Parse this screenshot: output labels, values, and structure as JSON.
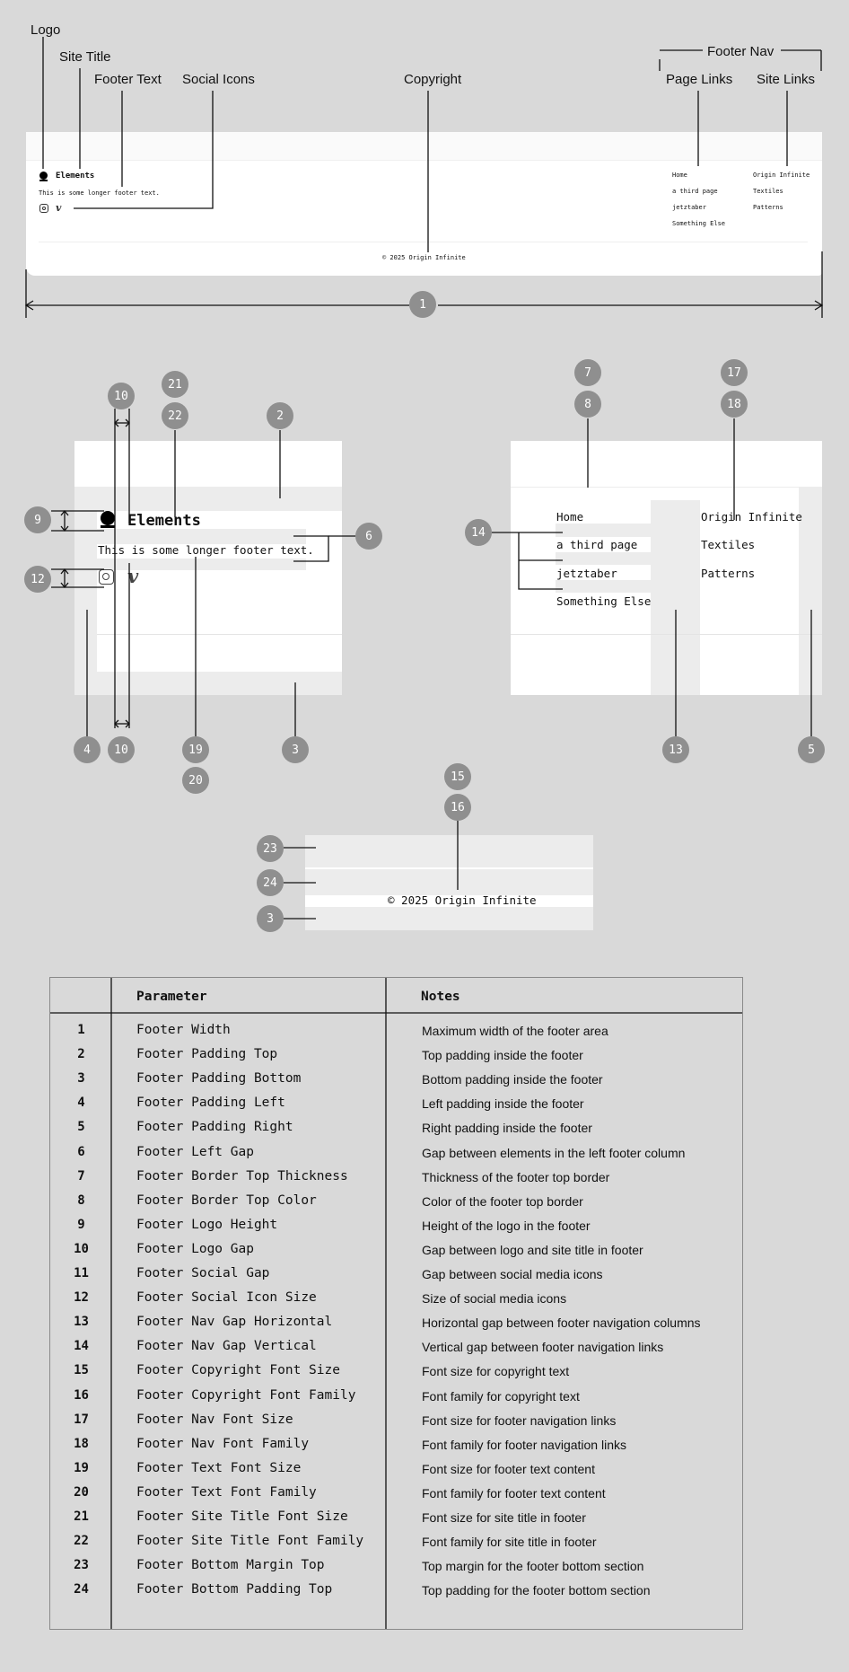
{
  "top_labels": {
    "logo": "Logo",
    "site_title": "Site Title",
    "footer_text": "Footer Text",
    "social_icons": "Social Icons",
    "copyright": "Copyright",
    "footer_nav": "Footer Nav",
    "page_links": "Page Links",
    "site_links": "Site Links"
  },
  "footer": {
    "site_title": "Elements",
    "text": "This is some longer footer text.",
    "copyright": "© 2025 Origin Infinite",
    "page_links": [
      "Home",
      "a third page",
      "jetztaber",
      "Something Else"
    ],
    "site_links": [
      "Origin Infinite",
      "Textiles",
      "Patterns"
    ],
    "social_icons": [
      "instagram-icon",
      "vimeo-icon"
    ]
  },
  "badges": {
    "b1": "1",
    "b2": "2",
    "b3": "3",
    "b3b": "3",
    "b4": "4",
    "b5": "5",
    "b6": "6",
    "b7": "7",
    "b8": "8",
    "b9": "9",
    "b10a": "10",
    "b10b": "10",
    "b12": "12",
    "b13": "13",
    "b14": "14",
    "b15": "15",
    "b16": "16",
    "b17": "17",
    "b18": "18",
    "b19": "19",
    "b20": "20",
    "b21": "21",
    "b22": "22",
    "b23": "23",
    "b24": "24"
  },
  "table": {
    "header_parameter": "Parameter",
    "header_notes": "Notes",
    "rows": [
      {
        "num": "1",
        "parameter": "Footer Width",
        "notes": "Maximum width of the footer area"
      },
      {
        "num": "2",
        "parameter": "Footer Padding Top",
        "notes": "Top padding inside the footer"
      },
      {
        "num": "3",
        "parameter": "Footer Padding Bottom",
        "notes": "Bottom padding inside the footer"
      },
      {
        "num": "4",
        "parameter": "Footer Padding Left",
        "notes": "Left padding inside the footer"
      },
      {
        "num": "5",
        "parameter": "Footer Padding Right",
        "notes": "Right padding inside the footer"
      },
      {
        "num": "6",
        "parameter": "Footer Left Gap",
        "notes": "Gap between elements in the left footer column"
      },
      {
        "num": "7",
        "parameter": "Footer Border Top Thickness",
        "notes": "Thickness of the footer top border"
      },
      {
        "num": "8",
        "parameter": "Footer Border Top Color",
        "notes": "Color of the footer top border"
      },
      {
        "num": "9",
        "parameter": "Footer Logo Height",
        "notes": "Height of the logo in the footer"
      },
      {
        "num": "10",
        "parameter": "Footer Logo Gap",
        "notes": "Gap between logo and site title in footer"
      },
      {
        "num": "11",
        "parameter": "Footer Social Gap",
        "notes": "Gap between social media icons"
      },
      {
        "num": "12",
        "parameter": "Footer Social Icon Size",
        "notes": "Size of social media icons"
      },
      {
        "num": "13",
        "parameter": "Footer Nav Gap Horizontal",
        "notes": "Horizontal gap between footer navigation columns"
      },
      {
        "num": "14",
        "parameter": "Footer Nav Gap Vertical",
        "notes": "Vertical gap between footer navigation links"
      },
      {
        "num": "15",
        "parameter": "Footer Copyright Font Size",
        "notes": "Font size for copyright text"
      },
      {
        "num": "16",
        "parameter": "Footer Copyright Font Family",
        "notes": "Font family for copyright text"
      },
      {
        "num": "17",
        "parameter": "Footer Nav Font Size",
        "notes": "Font size for footer navigation links"
      },
      {
        "num": "18",
        "parameter": "Footer Nav Font Family",
        "notes": "Font family for footer navigation links"
      },
      {
        "num": "19",
        "parameter": "Footer Text Font Size",
        "notes": "Font size for footer text content"
      },
      {
        "num": "20",
        "parameter": "Footer Text Font Family",
        "notes": "Font family for footer text content"
      },
      {
        "num": "21",
        "parameter": "Footer Site Title Font Size",
        "notes": "Font size for site title in footer"
      },
      {
        "num": "22",
        "parameter": "Footer Site Title Font Family",
        "notes": "Font family for site title in footer"
      },
      {
        "num": "23",
        "parameter": "Footer Bottom Margin Top",
        "notes": "Top margin for the footer bottom section"
      },
      {
        "num": "24",
        "parameter": "Footer Bottom Padding Top",
        "notes": "Top padding for the footer bottom section"
      }
    ]
  }
}
